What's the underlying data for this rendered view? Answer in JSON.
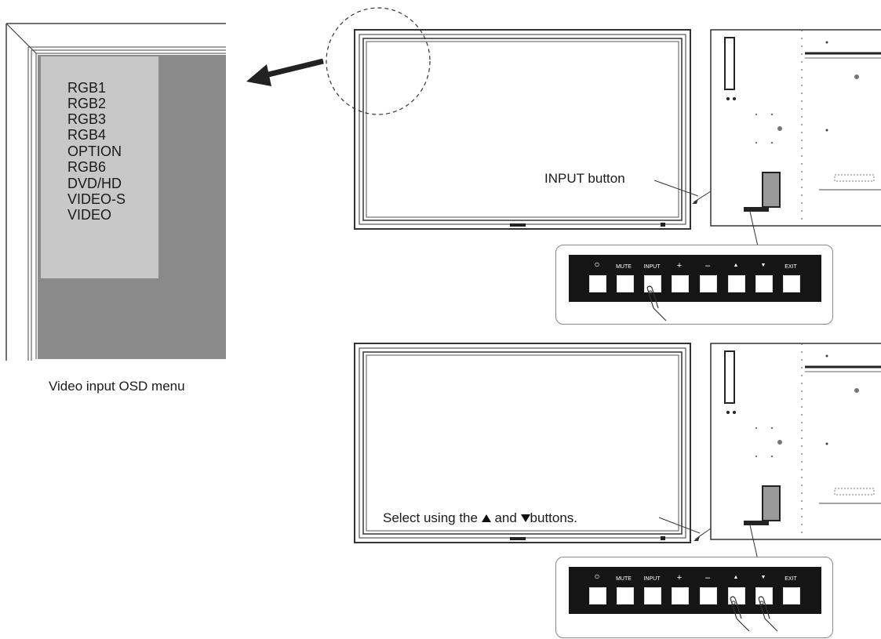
{
  "osd": {
    "items": [
      "RGB1",
      "RGB2",
      "RGB3",
      "RGB4",
      "OPTION",
      "RGB6",
      "DVD/HD",
      "VIDEO-S",
      "VIDEO"
    ],
    "caption": "Video input OSD menu"
  },
  "callouts": {
    "input_button": "INPUT button",
    "select_prefix": "Select using the",
    "select_and": "and",
    "select_suffix": "buttons."
  },
  "panel": {
    "labels": [
      "⏻",
      "MUTE",
      "INPUT",
      "+",
      "–",
      "▲",
      "▼",
      "EXIT"
    ]
  },
  "icons": {
    "power": "power-icon",
    "up": "up-triangle-icon",
    "down": "down-triangle-icon",
    "pointing_hand": "pointing-hand-icon",
    "arrow": "arrow-icon"
  },
  "colors": {
    "osd_panel": "#c8c8c8",
    "osd_bg": "#8a8a8a",
    "panel_bar": "#151515"
  }
}
